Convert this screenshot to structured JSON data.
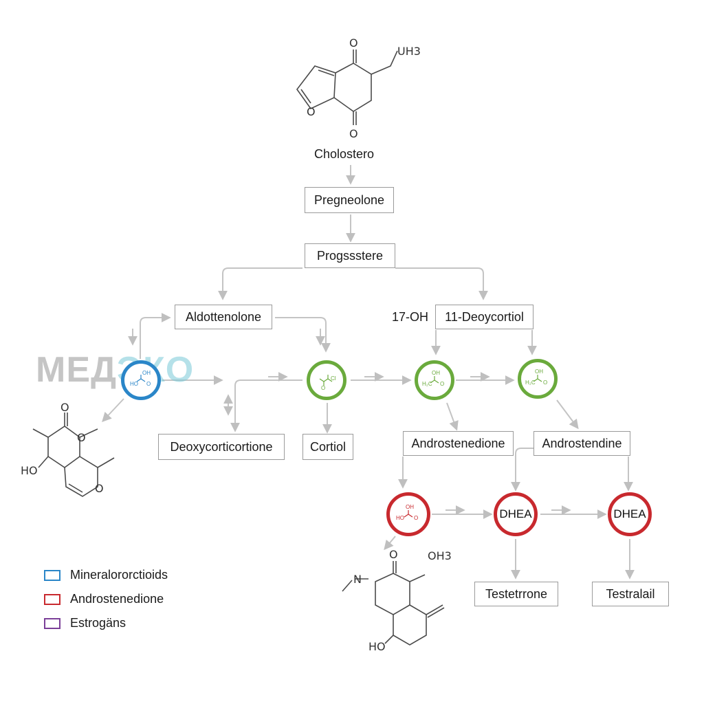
{
  "top_molecule": {
    "labels": [
      "O",
      "UH3",
      "O",
      "O"
    ]
  },
  "left_molecule": {
    "labels": [
      "O",
      "O",
      "O",
      "HO"
    ]
  },
  "bottom_molecule": {
    "labels": [
      "O",
      "N",
      "HO"
    ]
  },
  "stray_label": "OH3",
  "nodes": {
    "cholesterol": "Cholostero",
    "pregnenolone": "Pregneolone",
    "progesterone": "Progssstere",
    "aldosterone": "Aldottenolone",
    "hydroxy_17": "17-OH",
    "deoxycortisol": "11-Deoycortiol",
    "deoxycorticosterone": "Deoxycorticortione",
    "cortisol": "Cortiol",
    "androstenedione": "Androstenedione",
    "androstendine": "Androstendine",
    "testosterone": "Testetrrone",
    "estradiol": "Testralail"
  },
  "circle_nodes": {
    "dhea_1": "DHEA",
    "dhea_2": "DHEA",
    "mini_labels": {
      "oh": "OH",
      "ho": "HO",
      "o": "O",
      "cl": "Cl",
      "hc": "H₂C"
    }
  },
  "colors": {
    "mineralocorticoid": "#2a86c8",
    "glucocorticoid": "#6aaa3c",
    "androgen": "#c8292e",
    "estrogen": "#7b3f98",
    "arrow": "#bfbfbf",
    "box_border": "#9a9a9a"
  },
  "watermark": {
    "part1": "МЕД",
    "part2": "ЭКО"
  },
  "legend": [
    {
      "label": "Mineralororctioids",
      "color": "#2a86c8"
    },
    {
      "label": "Androstenedione",
      "color": "#c8292e"
    },
    {
      "label": "Estrogäns",
      "color": "#7b3f98"
    }
  ]
}
